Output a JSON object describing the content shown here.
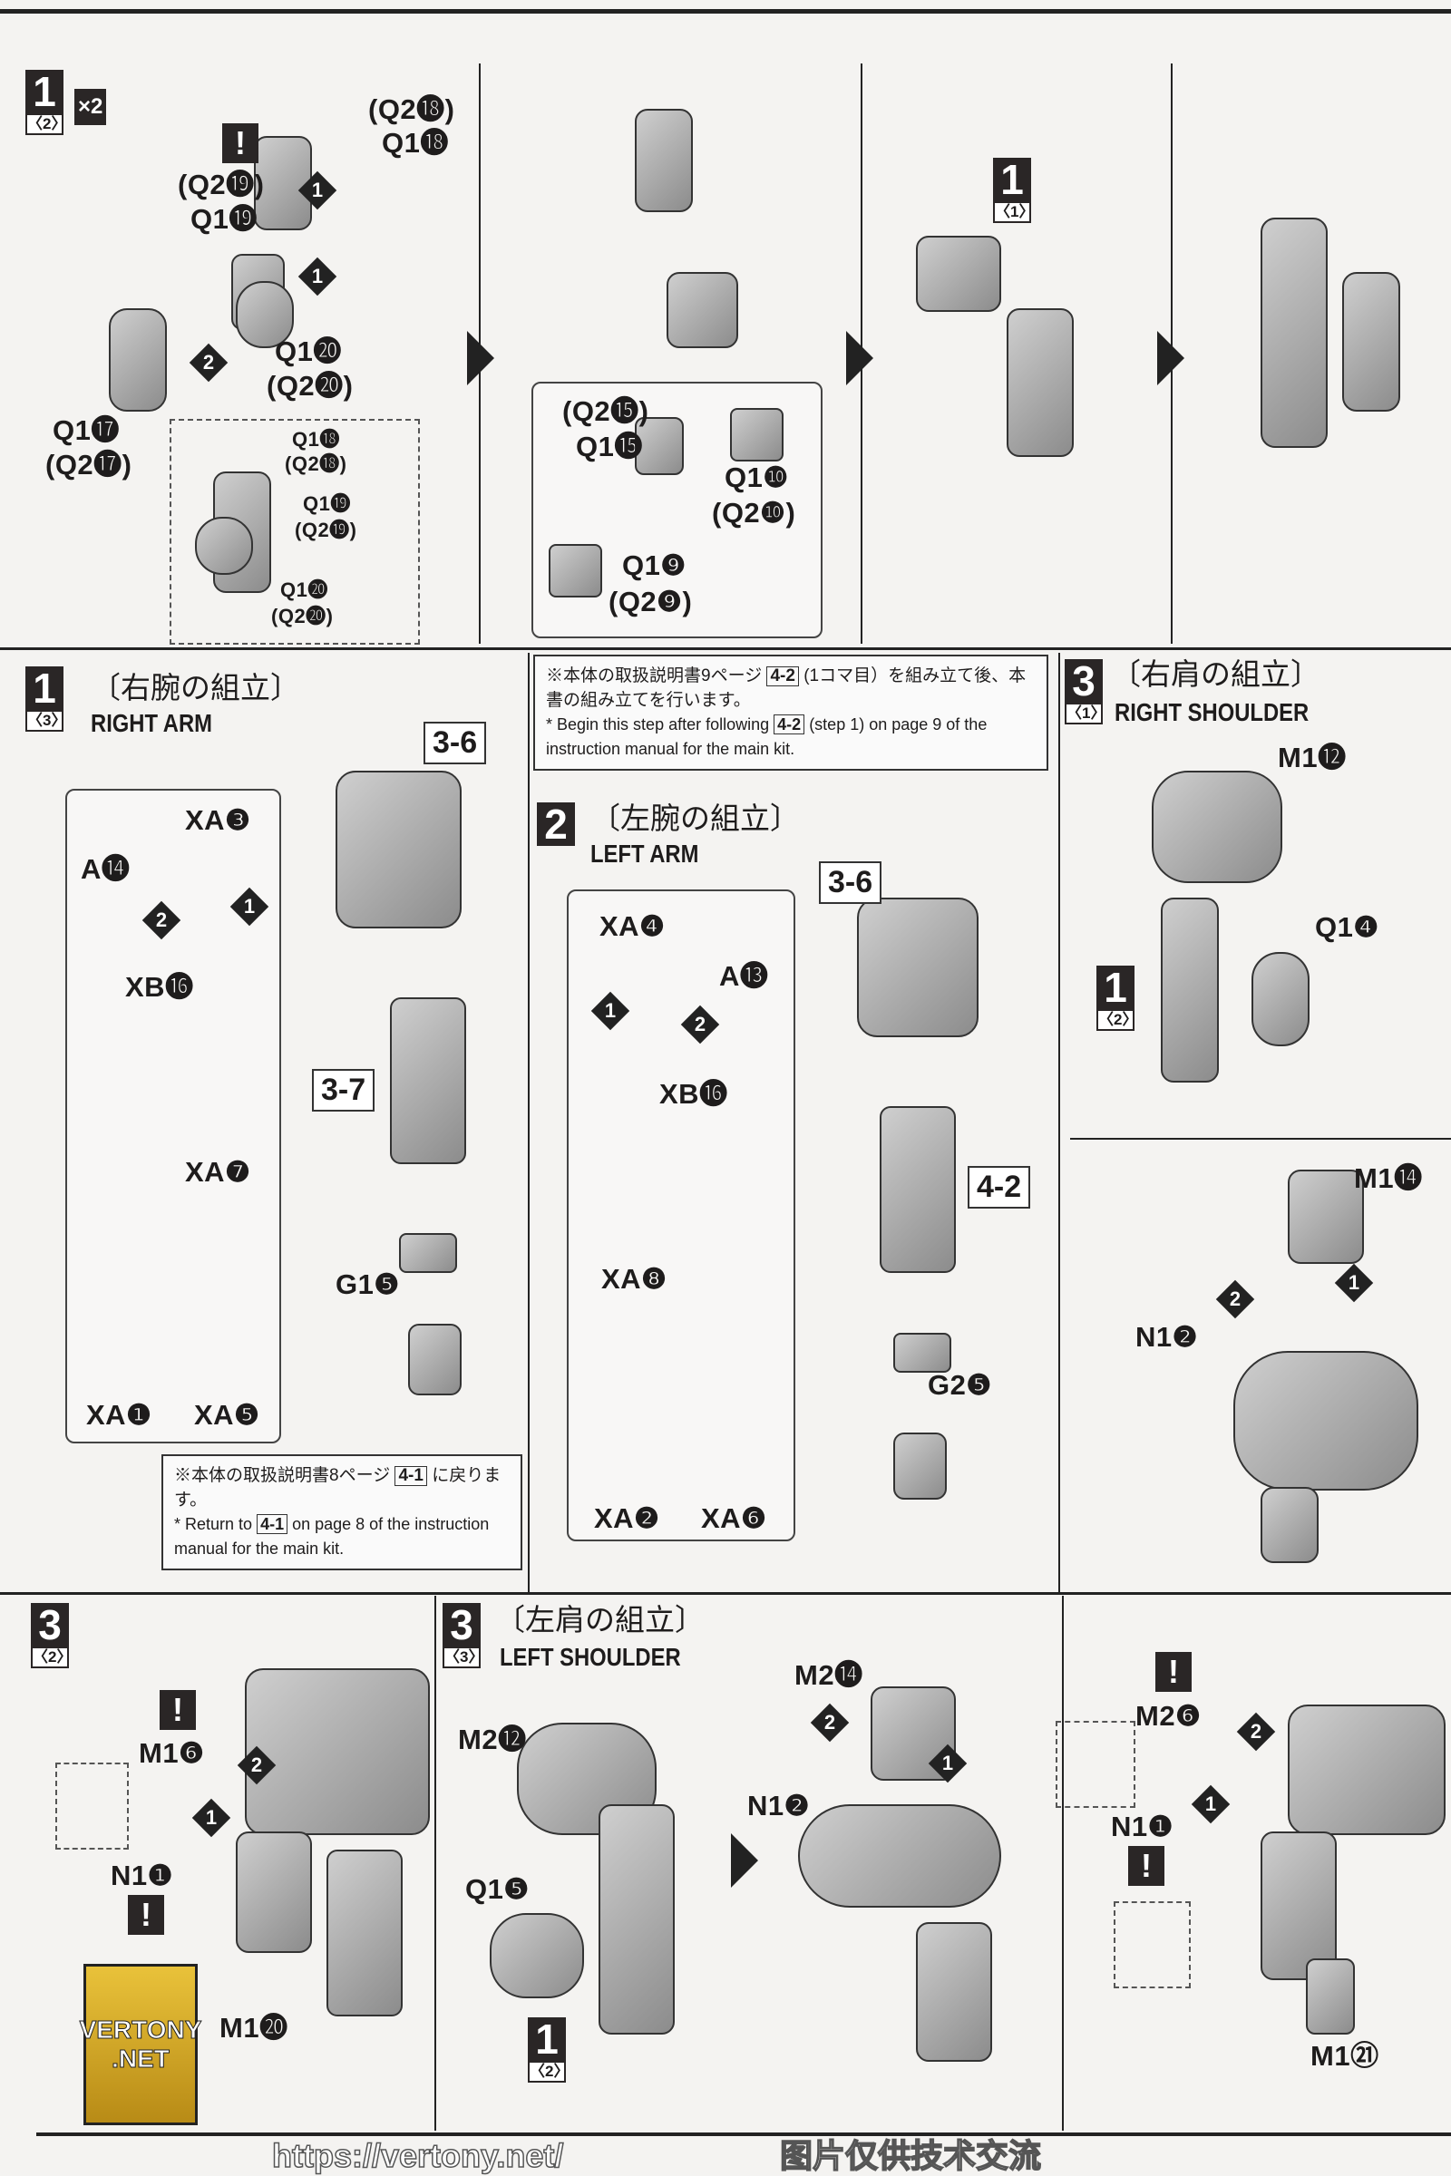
{
  "row1": {
    "step": {
      "num": "1",
      "sub": "〈2〉",
      "mult": "×2"
    },
    "panel1": {
      "warn": "!",
      "labels": [
        "(Q2⓲)",
        "Q1⓲",
        "(Q2⓳)",
        "Q1⓳",
        "Q1⓴",
        "(Q2⓴)",
        "Q1⓱",
        "(Q2⓱)"
      ],
      "detail": [
        "Q1⓲",
        "(Q2⓲)",
        "Q1⓳",
        "(Q2⓳)",
        "Q1⓴",
        "(Q2⓴)"
      ],
      "order": [
        "1",
        "1",
        "2"
      ]
    },
    "panel2": {
      "labels": [
        "(Q2⓯)",
        "Q1⓯",
        "Q1❿",
        "(Q2❿)",
        "Q1❾",
        "(Q2❾)"
      ]
    },
    "panel3": {
      "step": {
        "num": "1",
        "sub": "〈1〉"
      }
    }
  },
  "right_arm": {
    "step": {
      "num": "1",
      "sub": "〈3〉"
    },
    "title_jp": "〔右腕の組立〕",
    "title_en": "RIGHT ARM",
    "labels": [
      "XA❸",
      "A⓮",
      "XB⓰",
      "XA❼",
      "XA❶",
      "XA❺",
      "G1❺"
    ],
    "refs": [
      "3-6",
      "3-7"
    ],
    "order": [
      "1",
      "2"
    ],
    "note": {
      "jp_pre": "※本体の取扱説明書8ページ",
      "ref": "4-1",
      "jp_post": "に戻ります。",
      "en_pre": "* Return to",
      "en_post": "on page 8 of the instruction manual for the main kit."
    }
  },
  "left_arm": {
    "note": {
      "jp_pre": "※本体の取扱説明書9ページ",
      "ref": "4-2",
      "jp_post": "(1コマ目）を組み立て後、本書の組み立てを行います。",
      "en_pre": "* Begin this step after following",
      "en_post": "(step 1) on page 9 of the instruction manual for the main kit."
    },
    "step": {
      "num": "2"
    },
    "title_jp": "〔左腕の組立〕",
    "title_en": "LEFT ARM",
    "labels": [
      "XA❹",
      "A⓭",
      "XB⓰",
      "XA❽",
      "XA❷",
      "XA❻",
      "G2❺"
    ],
    "refs": [
      "3-6",
      "4-2"
    ],
    "order": [
      "1",
      "2"
    ]
  },
  "right_shoulder": {
    "step": {
      "num": "3",
      "sub": "〈1〉"
    },
    "title_jp": "〔右肩の組立〕",
    "title_en": "RIGHT SHOULDER",
    "labels": [
      "M1⓬",
      "Q1❹",
      "M1⓮",
      "N1❷"
    ],
    "sub_step": {
      "num": "1",
      "sub": "〈2〉"
    },
    "order": [
      "2",
      "1"
    ]
  },
  "row3_left": {
    "step": {
      "num": "3",
      "sub": "〈2〉"
    },
    "labels": [
      "M1❻",
      "N1❶",
      "M1⓴"
    ],
    "warn": "!",
    "order": [
      "2",
      "1"
    ]
  },
  "left_shoulder": {
    "step": {
      "num": "3",
      "sub": "〈3〉"
    },
    "title_jp": "〔左肩の組立〕",
    "title_en": "LEFT SHOULDER",
    "labels": [
      "M2⓬",
      "Q1❺",
      "M2⓮",
      "N1❷"
    ],
    "sub_step": {
      "num": "1",
      "sub": "〈2〉"
    },
    "order": [
      "2",
      "1"
    ]
  },
  "row3_right": {
    "labels": [
      "M2❻",
      "N1❶",
      "M1㉑"
    ],
    "warn": "!",
    "order": [
      "2",
      "1"
    ]
  },
  "watermark": {
    "url": "https://vertony.net/",
    "cn": "图片仅供技术交流",
    "logo": [
      "VERTONY",
      ".NET"
    ]
  }
}
